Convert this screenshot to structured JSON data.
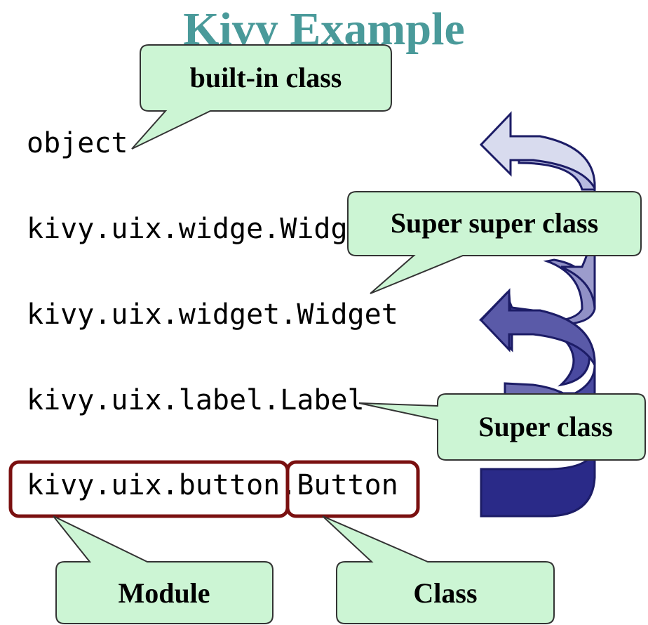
{
  "title": "Kivy Example",
  "hierarchy": [
    "object",
    "kivy.uix.widge.Widg",
    "kivy.uix.widget.Widget",
    "kivy.uix.label.Label",
    "kivy.uix.button.Button"
  ],
  "callouts": {
    "builtin": "built-in class",
    "super_super": "Super super class",
    "super": "Super class",
    "module": "Module",
    "class": "Class"
  },
  "colors": {
    "title": "#4a9a9a",
    "callout_fill": "#ccf5d4",
    "callout_stroke": "#333333",
    "highlight_box": "#7a1010",
    "arrow_light": "#d8dcee",
    "arrow_mid": "#8888c0",
    "arrow_dark": "#2a2a88"
  }
}
